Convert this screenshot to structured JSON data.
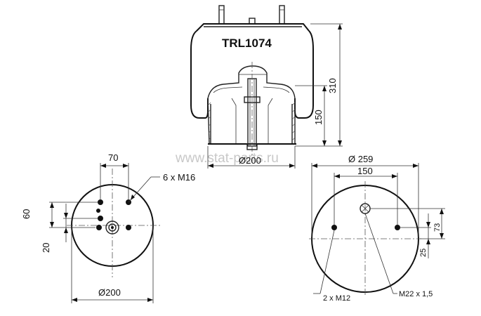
{
  "part_number": "TRL1074",
  "watermark": "www.stat-parts.ru",
  "side_view": {
    "height_total": "310",
    "height_piston": "150",
    "piston_diameter": "Ø200"
  },
  "bottom_view": {
    "width_bolt_spacing": "70",
    "bolt_label": "6 x M16",
    "offset_60": "60",
    "offset_20": "20",
    "diameter": "Ø200"
  },
  "top_view": {
    "diameter": "Ø 259",
    "stud_spacing": "150",
    "offset_73": "73",
    "offset_25": "25",
    "stud_label": "2 x M12",
    "air_port_label": "M22 x 1,5"
  }
}
